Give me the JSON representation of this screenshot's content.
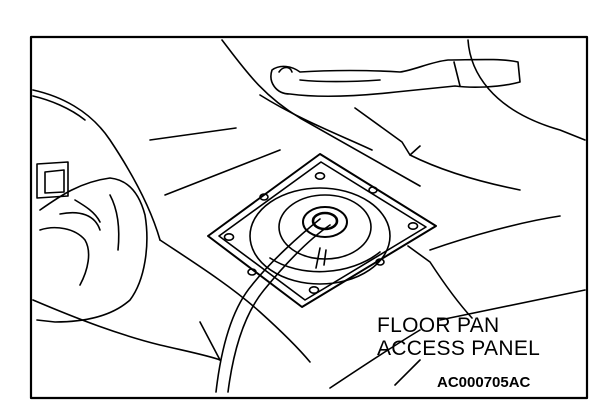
{
  "diagram": {
    "callout_label": {
      "line1": "FLOOR PAN",
      "line2": "ACCESS PANEL"
    },
    "figure_code": "AC000705AC"
  }
}
